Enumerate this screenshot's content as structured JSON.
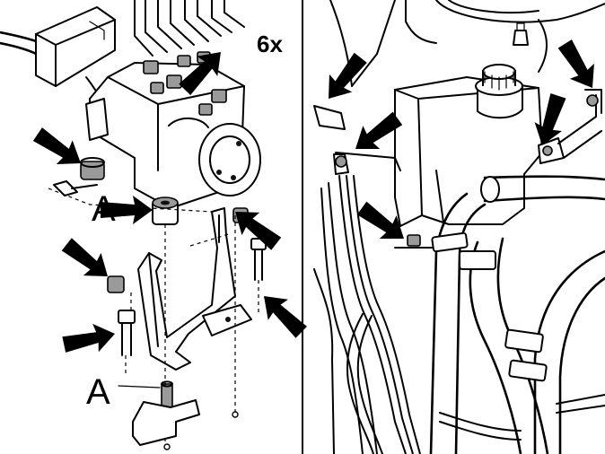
{
  "labels": {
    "callout_a_top": "A",
    "callout_a_bottom": "A",
    "count": "6x"
  },
  "colors": {
    "ink": "#000000",
    "paper": "#ffffff",
    "shade": "#9a9a9a"
  }
}
